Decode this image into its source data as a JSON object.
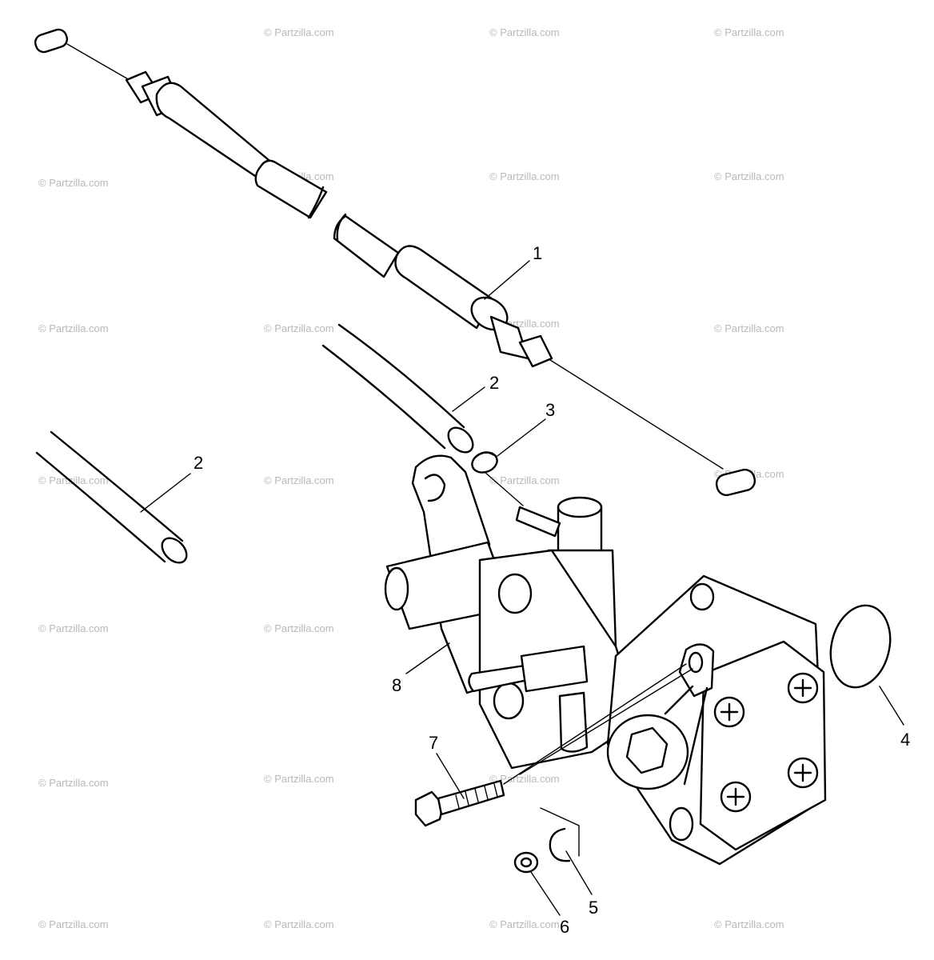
{
  "watermark": "© Partzilla.com",
  "callouts": {
    "c1": "1",
    "c2a": "2",
    "c2b": "2",
    "c3": "3",
    "c4": "4",
    "c5": "5",
    "c6": "6",
    "c7": "7",
    "c8": "8"
  }
}
